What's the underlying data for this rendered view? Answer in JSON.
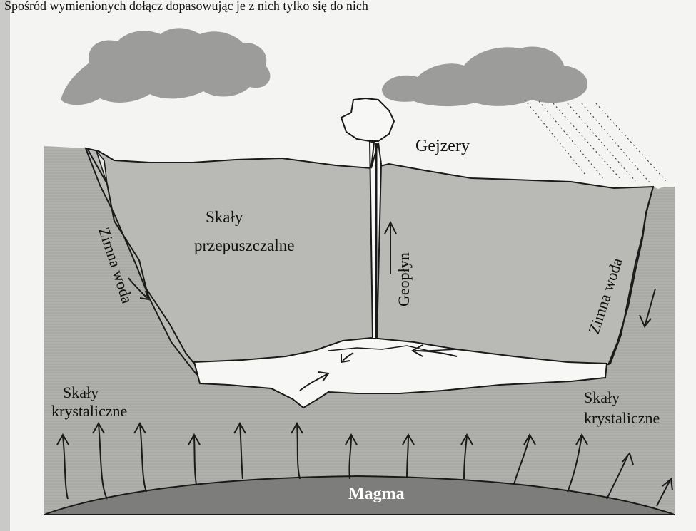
{
  "header_text": "Spośród wymienionych dołącz dopasowując je z nich tylko się do nich",
  "labels": {
    "geysers": "Gejzery",
    "permeable_rocks_line1": "Skały",
    "permeable_rocks_line2": "przepuszczalne",
    "geothermal_fluid": "Geopłyn",
    "cold_water_left": "Zimna woda",
    "cold_water_right": "Zimna woda",
    "crystalline_left_line1": "Skały",
    "crystalline_left_line2": "krystaliczne",
    "crystalline_right_line1": "Skały",
    "crystalline_right_line2": "krystaliczne",
    "magma": "Magma"
  },
  "colors": {
    "rock_gray": "#a9a9a6",
    "cloud_gray": "#9c9c9a",
    "magma_gray": "#7d7d7b",
    "background": "#f4f4f2",
    "reservoir": "#f7f7f5",
    "line": "#1a1a1a"
  }
}
